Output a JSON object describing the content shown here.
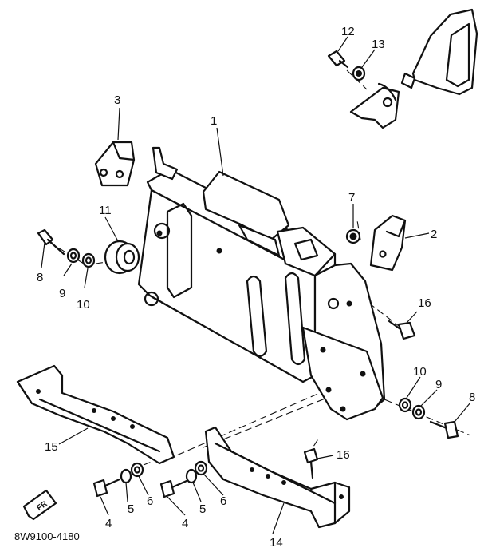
{
  "diagram": {
    "part_code": "8W9100-4180",
    "front_marker": "FR",
    "callouts": [
      {
        "id": "c1",
        "text": "1"
      },
      {
        "id": "c2",
        "text": "2"
      },
      {
        "id": "c3",
        "text": "3"
      },
      {
        "id": "c4a",
        "text": "4"
      },
      {
        "id": "c4b",
        "text": "4"
      },
      {
        "id": "c5a",
        "text": "5"
      },
      {
        "id": "c5b",
        "text": "5"
      },
      {
        "id": "c6a",
        "text": "6"
      },
      {
        "id": "c6b",
        "text": "6"
      },
      {
        "id": "c7",
        "text": "7"
      },
      {
        "id": "c8a",
        "text": "8"
      },
      {
        "id": "c8b",
        "text": "8"
      },
      {
        "id": "c9a",
        "text": "9"
      },
      {
        "id": "c9b",
        "text": "9"
      },
      {
        "id": "c10a",
        "text": "10"
      },
      {
        "id": "c10b",
        "text": "10"
      },
      {
        "id": "c11",
        "text": "11"
      },
      {
        "id": "c12",
        "text": "12"
      },
      {
        "id": "c13",
        "text": "13"
      },
      {
        "id": "c14",
        "text": "14"
      },
      {
        "id": "c15",
        "text": "15"
      },
      {
        "id": "c16a",
        "text": "16"
      },
      {
        "id": "c16b",
        "text": "16"
      }
    ]
  }
}
